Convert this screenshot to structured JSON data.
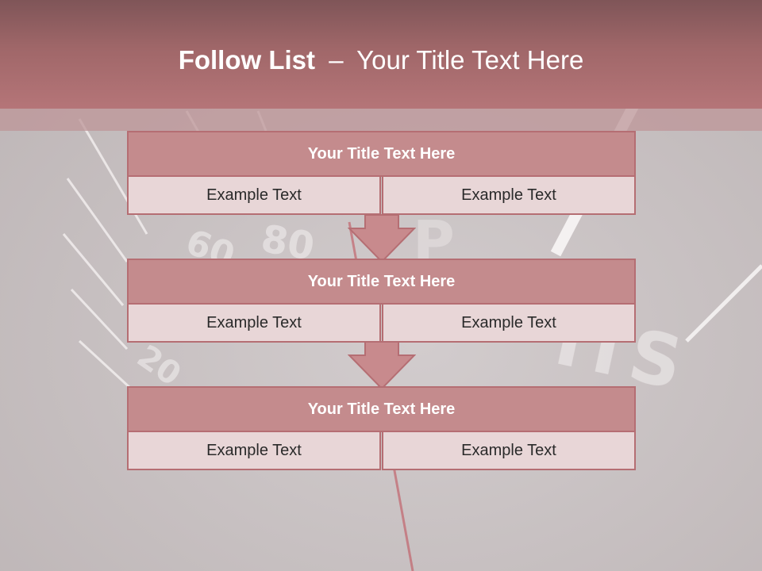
{
  "slide": {
    "title_bold": "Follow List",
    "title_separator": "–",
    "title_rest": "Your Title Text Here"
  },
  "steps": [
    {
      "title": "Your Title Text Here",
      "left": "Example Text",
      "right": "Example Text"
    },
    {
      "title": "Your Title Text Here",
      "left": "Example Text",
      "right": "Example Text"
    },
    {
      "title": "Your Title Text Here",
      "left": "Example Text",
      "right": "Example Text"
    }
  ],
  "colors": {
    "header": "#a06769",
    "box_title": "#c48b8d",
    "box_border": "#b56e73",
    "cell": "#e8d6d7",
    "arrow": "#c88a8d"
  },
  "icons": [
    "down-arrow-icon"
  ]
}
